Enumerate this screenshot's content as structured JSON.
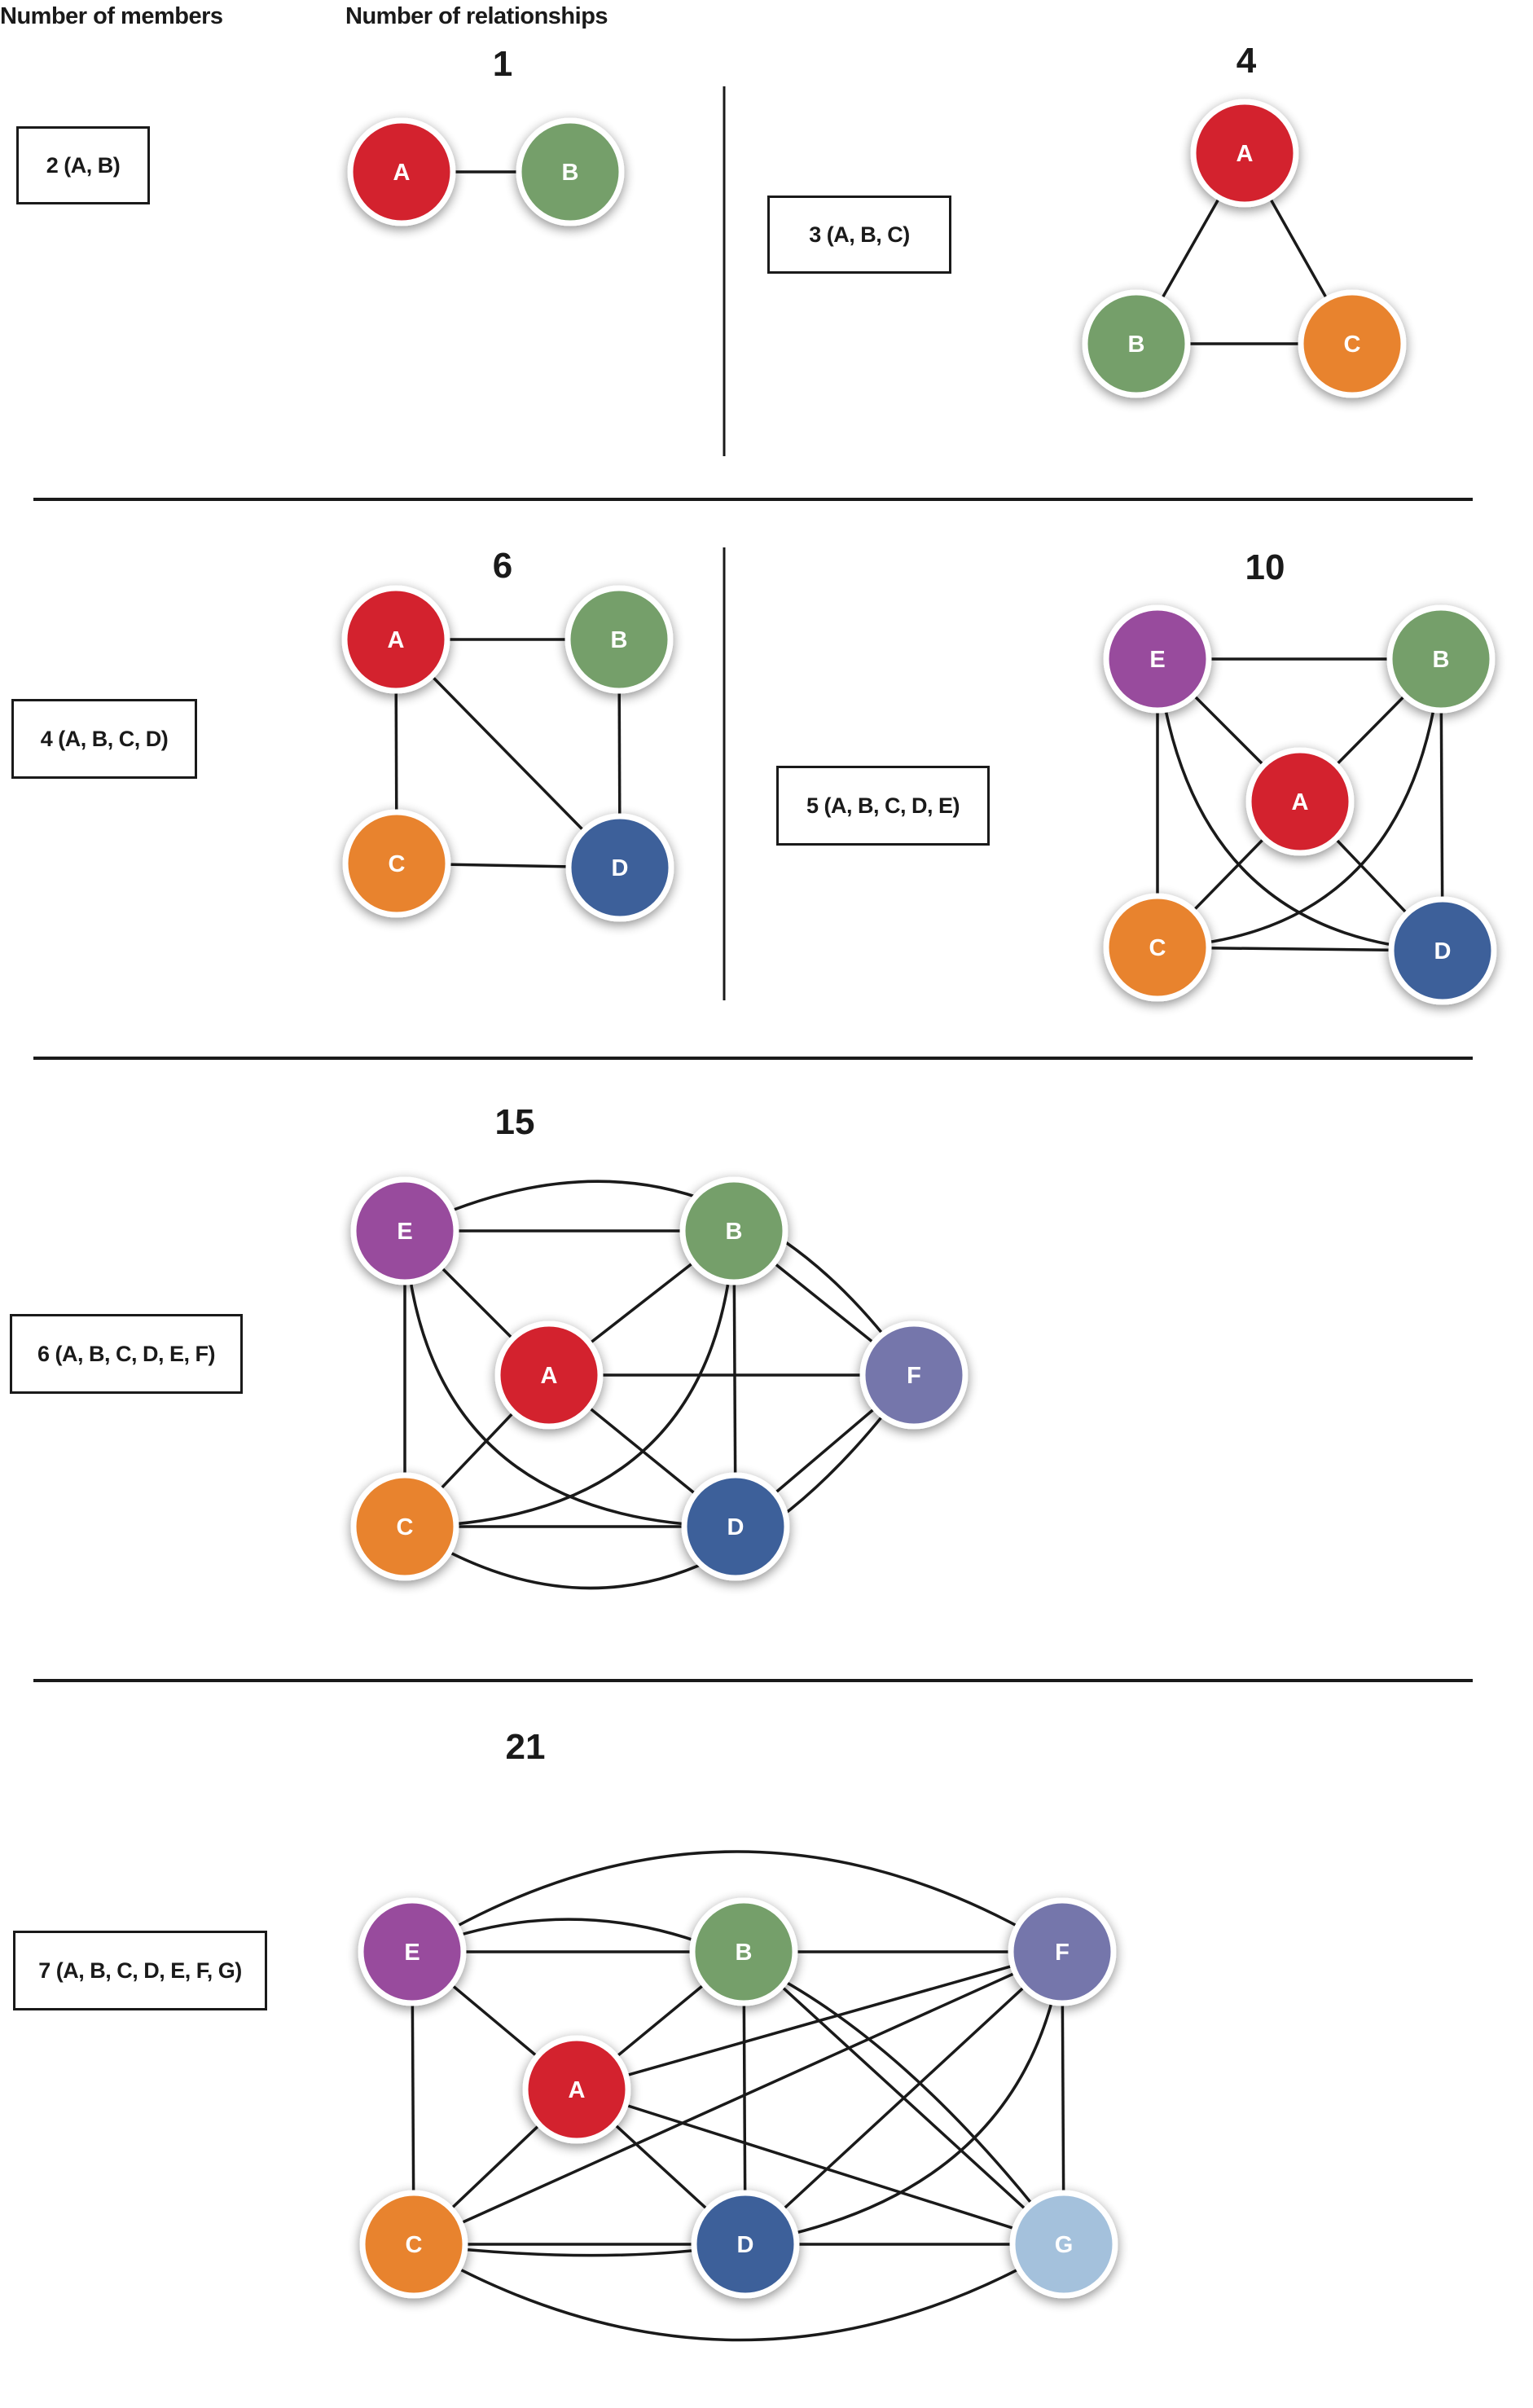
{
  "headers": {
    "members": "Number of members",
    "relationships": "Number of relationships"
  },
  "colors": {
    "A": "#d3202e",
    "B": "#749f6a",
    "C": "#e8832d",
    "D": "#3d609a",
    "E": "#984b9d",
    "F": "#7576ab",
    "G": "#a4c1dc",
    "line": "#1a1a1a",
    "node_text": "#ffffff",
    "node_border": "#ffffff"
  },
  "panels": [
    {
      "id": "p2",
      "members_label": "2 (A, B)",
      "count": "1",
      "nodes": [
        "A",
        "B"
      ],
      "edges": [
        [
          "A",
          "B"
        ]
      ]
    },
    {
      "id": "p3",
      "members_label": "3 (A, B, C)",
      "count": "4",
      "nodes": [
        "A",
        "B",
        "C"
      ],
      "edges": [
        [
          "A",
          "B"
        ],
        [
          "A",
          "C"
        ],
        [
          "B",
          "C"
        ]
      ]
    },
    {
      "id": "p4",
      "members_label": "4 (A, B, C, D)",
      "count": "6",
      "nodes": [
        "A",
        "B",
        "C",
        "D"
      ],
      "edges": [
        [
          "A",
          "B"
        ],
        [
          "A",
          "C"
        ],
        [
          "A",
          "D"
        ],
        [
          "B",
          "D"
        ],
        [
          "C",
          "D"
        ]
      ]
    },
    {
      "id": "p5",
      "members_label": "5 (A, B, C, D, E)",
      "count": "10",
      "nodes": [
        "A",
        "B",
        "C",
        "D",
        "E"
      ],
      "edges": [
        [
          "E",
          "B"
        ],
        [
          "E",
          "A"
        ],
        [
          "E",
          "C"
        ],
        [
          "E",
          "D"
        ],
        [
          "B",
          "A"
        ],
        [
          "B",
          "C"
        ],
        [
          "B",
          "D"
        ],
        [
          "A",
          "C"
        ],
        [
          "A",
          "D"
        ],
        [
          "C",
          "D"
        ]
      ]
    },
    {
      "id": "p6",
      "members_label": "6 (A, B, C, D, E, F)",
      "count": "15",
      "nodes": [
        "A",
        "B",
        "C",
        "D",
        "E",
        "F"
      ],
      "edges": [
        [
          "E",
          "B"
        ],
        [
          "E",
          "A"
        ],
        [
          "E",
          "C"
        ],
        [
          "E",
          "D"
        ],
        [
          "E",
          "F"
        ],
        [
          "B",
          "A"
        ],
        [
          "B",
          "F"
        ],
        [
          "B",
          "D"
        ],
        [
          "B",
          "C"
        ],
        [
          "A",
          "F"
        ],
        [
          "A",
          "C"
        ],
        [
          "A",
          "D"
        ],
        [
          "C",
          "D"
        ],
        [
          "C",
          "F"
        ],
        [
          "D",
          "F"
        ]
      ]
    },
    {
      "id": "p7",
      "members_label": "7 (A, B, C, D, E, F, G)",
      "count": "21",
      "nodes": [
        "A",
        "B",
        "C",
        "D",
        "E",
        "F",
        "G"
      ],
      "edges": [
        [
          "E",
          "B"
        ],
        [
          "E",
          "A"
        ],
        [
          "E",
          "C"
        ],
        [
          "E",
          "F"
        ],
        [
          "E",
          "G"
        ],
        [
          "B",
          "F"
        ],
        [
          "B",
          "A"
        ],
        [
          "B",
          "D"
        ],
        [
          "B",
          "G"
        ],
        [
          "F",
          "A"
        ],
        [
          "F",
          "D"
        ],
        [
          "F",
          "G"
        ],
        [
          "F",
          "C"
        ],
        [
          "A",
          "C"
        ],
        [
          "A",
          "D"
        ],
        [
          "A",
          "G"
        ],
        [
          "C",
          "D"
        ],
        [
          "C",
          "G"
        ],
        [
          "C",
          "F2"
        ],
        [
          "D",
          "G"
        ],
        [
          "E",
          "D2"
        ]
      ]
    }
  ]
}
